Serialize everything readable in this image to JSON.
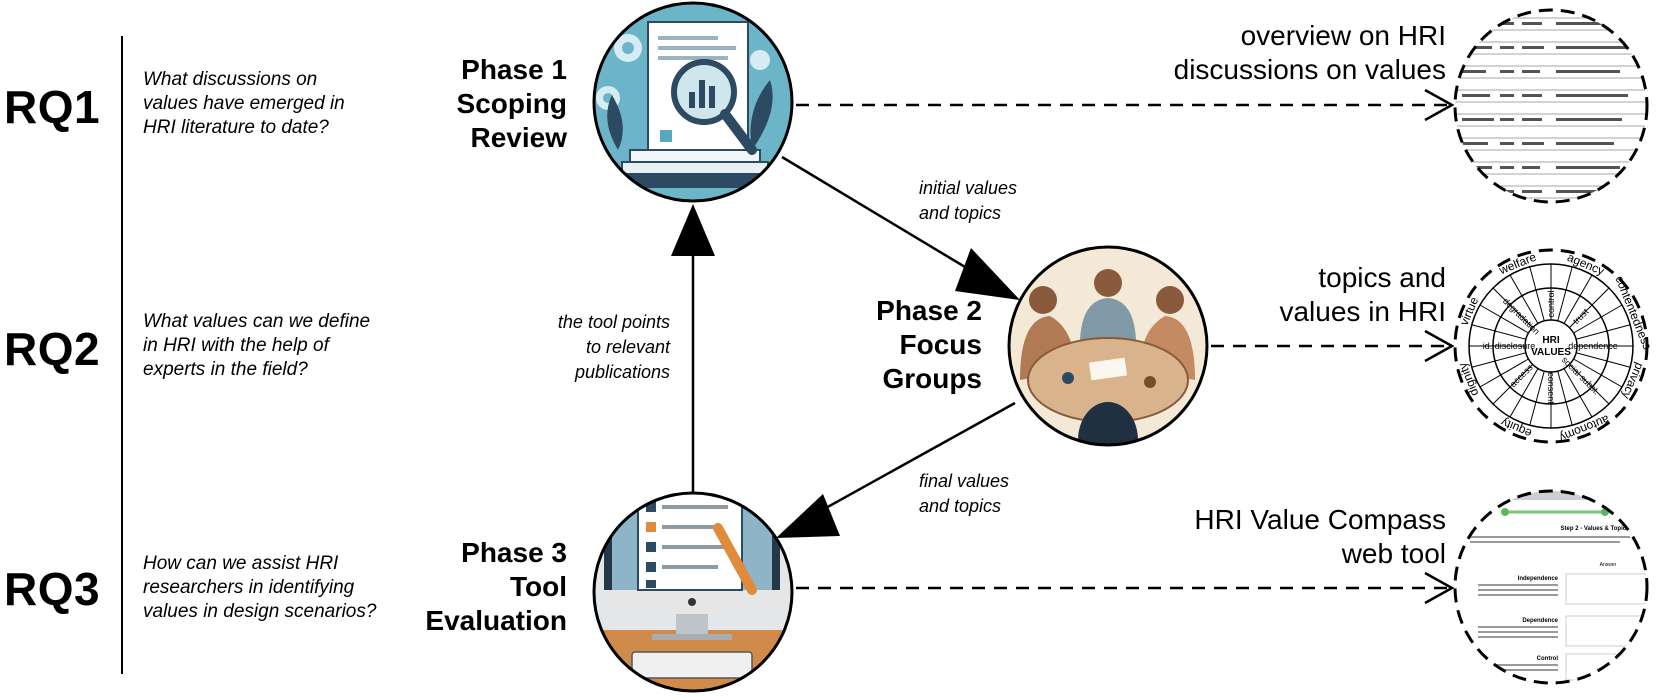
{
  "rows": [
    {
      "rq": "RQ1",
      "question": [
        "What discussions on",
        "values have emerged in",
        "HRI literature to date?"
      ]
    },
    {
      "rq": "RQ2",
      "question": [
        "What values can we define",
        "in HRI with the help of",
        "experts in the field?"
      ]
    },
    {
      "rq": "RQ3",
      "question": [
        "How can we assist HRI",
        "researchers in identifying",
        "values in design scenarios?"
      ]
    }
  ],
  "phases": [
    {
      "lines": [
        "Phase 1",
        "Scoping",
        "Review"
      ]
    },
    {
      "lines": [
        "Phase 2",
        "Focus",
        "Groups"
      ]
    },
    {
      "lines": [
        "Phase 3",
        "Tool",
        "Evaluation"
      ]
    }
  ],
  "flows": {
    "p1_to_p2": [
      "initial values",
      "and topics"
    ],
    "p2_to_p3": [
      "final values",
      "and topics"
    ],
    "p3_to_p1": [
      "the tool points",
      "to relevant",
      "publications"
    ]
  },
  "outputs": [
    {
      "lines": [
        "overview on HRI",
        "discussions on values"
      ]
    },
    {
      "lines": [
        "topics and",
        "values in HRI"
      ]
    },
    {
      "lines": [
        "HRI Value Compass",
        "web tool"
      ]
    }
  ],
  "wheel": {
    "center": [
      "HRI",
      "VALUES"
    ],
    "outer": [
      "welfare",
      "agency",
      "contentedness",
      "privacy",
      "autonomy",
      "equity",
      "dignity",
      "virtue"
    ],
    "inner": [
      "id. disclosure",
      "access",
      "consent",
      "social subst.",
      "dependence",
      "trust",
      "control",
      "degradation"
    ]
  },
  "webtool": {
    "step_title": "Step 2 - Values & Topics",
    "col_header": "Answer",
    "items": [
      "Independence",
      "Dependence",
      "Control"
    ]
  },
  "colors": {
    "ink": "#000000",
    "teal": "#5aa8bd",
    "navy": "#2d4a63",
    "skin": "#b07a55",
    "cream": "#f4e8d6",
    "orange": "#e08a3a"
  }
}
